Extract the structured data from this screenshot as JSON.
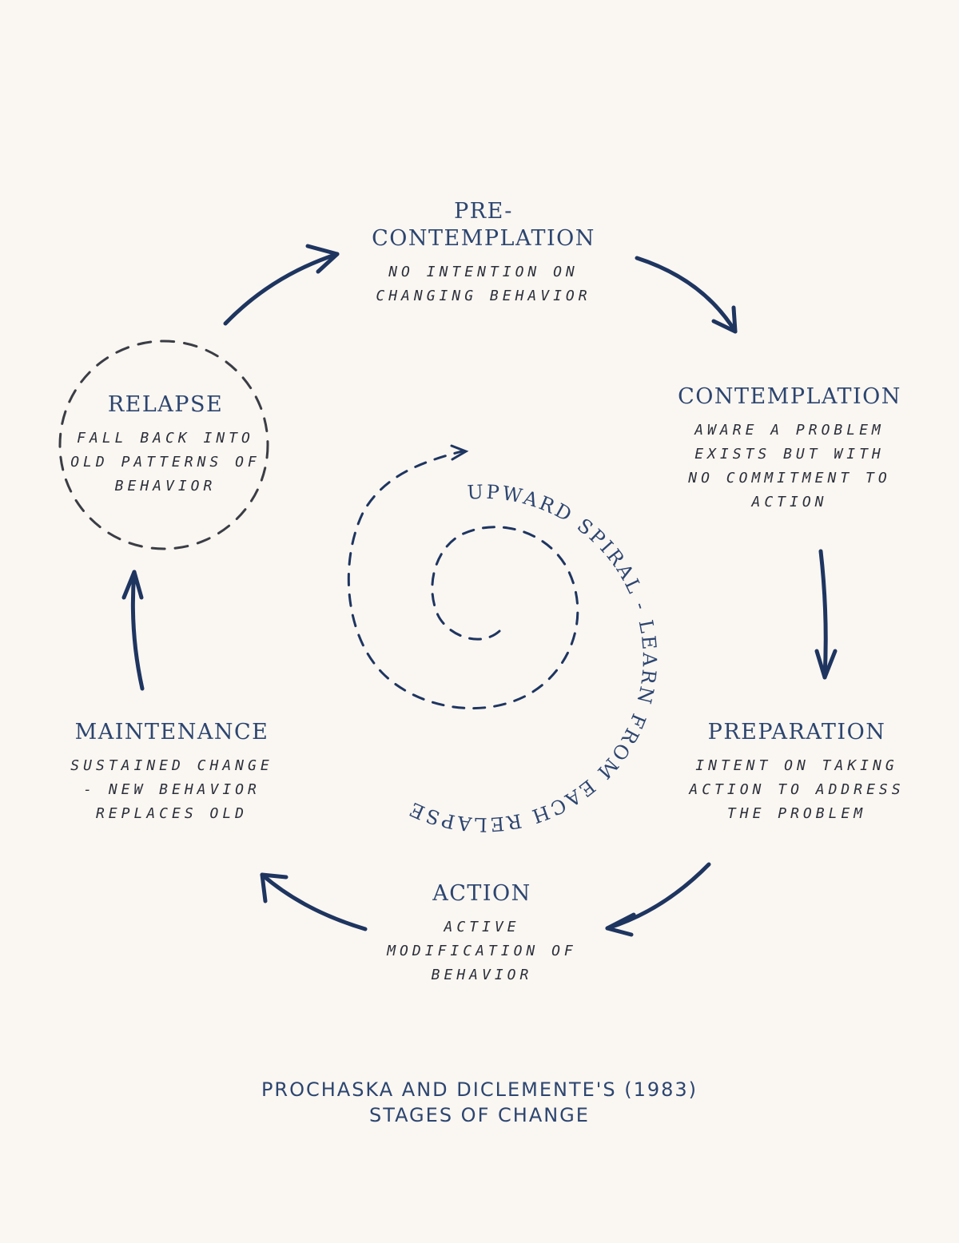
{
  "stages": {
    "precontemplation": {
      "title_line1": "PRE-",
      "title_line2": "CONTEMPLATION",
      "desc": "NO INTENTION ON CHANGING BEHAVIOR"
    },
    "contemplation": {
      "title": "CONTEMPLATION",
      "desc": "AWARE A PROBLEM EXISTS BUT WITH NO COMMITMENT TO ACTION"
    },
    "preparation": {
      "title": "PREPARATION",
      "desc": "INTENT ON TAKING ACTION TO ADDRESS THE PROBLEM"
    },
    "action": {
      "title": "ACTION",
      "desc": "ACTIVE MODIFICATION OF BEHAVIOR"
    },
    "maintenance": {
      "title": "MAINTENANCE",
      "desc": "SUSTAINED CHANGE - NEW BEHAVIOR REPLACES OLD"
    },
    "relapse": {
      "title": "RELAPSE",
      "desc": "FALL BACK INTO OLD PATTERNS OF BEHAVIOR"
    }
  },
  "spiral_label": "UPWARD SPIRAL - LEARN FROM EACH RELAPSE",
  "caption": {
    "line1": "PROCHASKA AND DICLEMENTE'S (1983)",
    "line2": "STAGES OF CHANGE"
  },
  "colors": {
    "background": "#faf6f1",
    "navy": "#1e3560",
    "dash": "#3a3d45"
  }
}
